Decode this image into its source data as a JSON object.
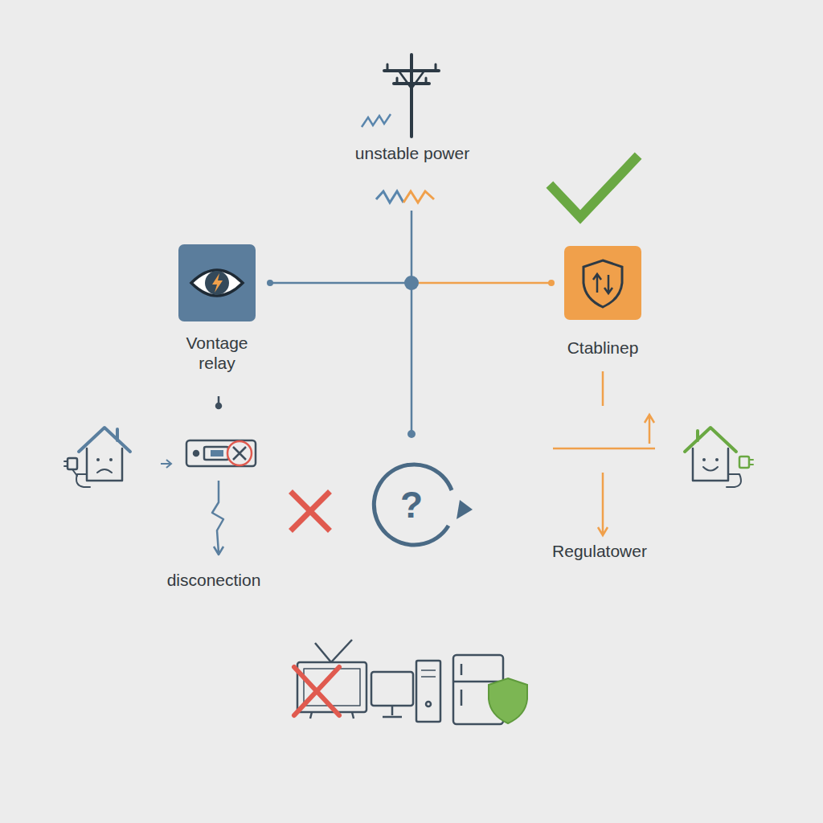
{
  "diagram": {
    "nodes": [
      {
        "text": [
          "Vontage relay"
        ]
      },
      {
        "text": [
          "Ctablinep"
        ]
      }
    ],
    "labels": [
      "unstable power",
      "disconection",
      "?",
      "Regulatower"
    ]
  }
}
